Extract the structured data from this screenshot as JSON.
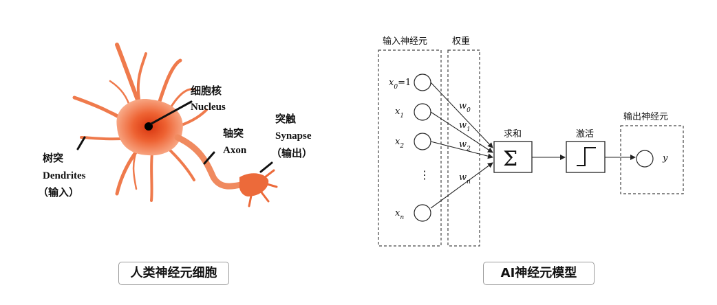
{
  "neuron": {
    "nucleus_zh": "细胞核",
    "nucleus_en": "Nucleus",
    "dendrites_zh": "树突",
    "dendrites_en": "Dendrites",
    "dendrites_role": "（输入）",
    "axon_zh": "轴突",
    "axon_en": "Axon",
    "synapse_zh": "突触",
    "synapse_en": "Synapse",
    "synapse_role": "（输出）",
    "caption": "人类神经元细胞"
  },
  "model": {
    "input_group_label": "输入神经元",
    "weights_label": "权重",
    "sum_label": "求和",
    "activation_label": "激活",
    "output_group_label": "输出神经元",
    "inputs": [
      {
        "base": "x",
        "sub": "0",
        "suffix": "=1"
      },
      {
        "base": "x",
        "sub": "1",
        "suffix": ""
      },
      {
        "base": "x",
        "sub": "2",
        "suffix": ""
      },
      {
        "base": "x",
        "sub": "n",
        "suffix": ""
      }
    ],
    "ellipsis": "⋮",
    "weights": [
      {
        "base": "w",
        "sub": "0"
      },
      {
        "base": "w",
        "sub": "1"
      },
      {
        "base": "w",
        "sub": "2"
      },
      {
        "base": "w",
        "sub": "n"
      }
    ],
    "sum_symbol": "Σ",
    "output_var": "y",
    "caption": "AI神经元模型"
  },
  "colors": {
    "neuron_core": "#e8501f",
    "neuron_light": "#f6a27c",
    "line": "#222222",
    "dashed": "#444444",
    "caption_border": "#9a9a9a"
  }
}
